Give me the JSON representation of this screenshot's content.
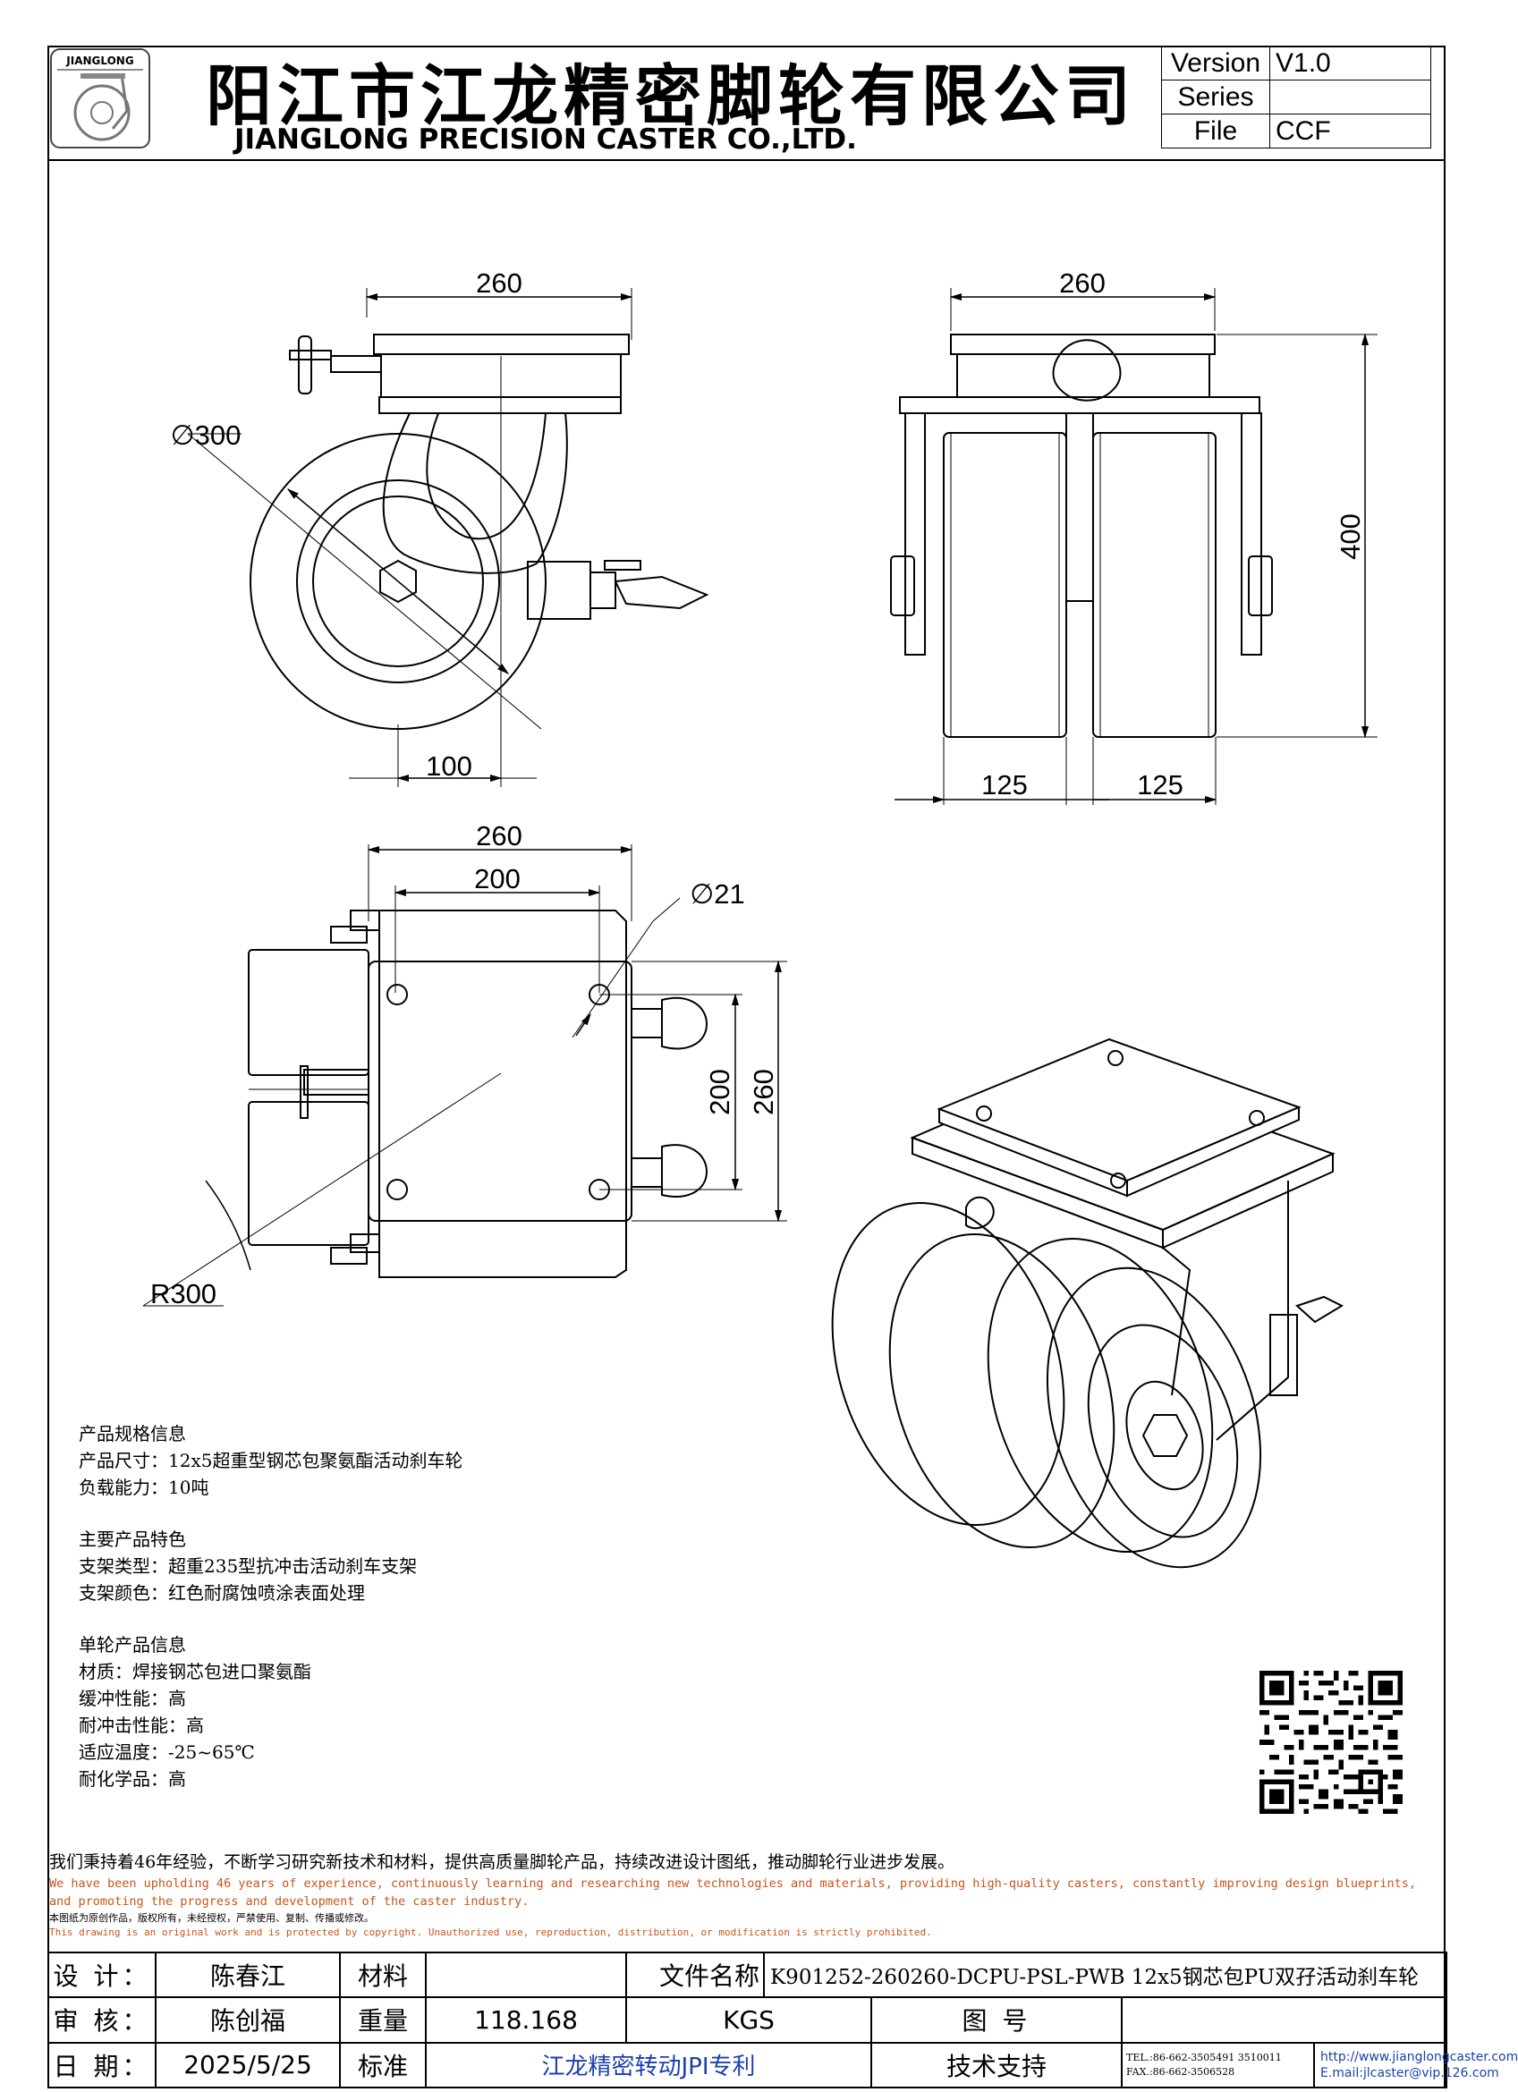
{
  "header": {
    "logo_text": "JIANGLONG",
    "company_cn": "阳江市江龙精密脚轮有限公司",
    "company_en": "JIANGLONG PRECISION CASTER CO.,LTD.",
    "version_label": "Version",
    "version_value": "V1.0",
    "series_label": "Series",
    "series_value": "",
    "file_label": "File",
    "file_value": "CCF"
  },
  "dimensions": {
    "side_top_width": "260",
    "side_diameter": "∅300",
    "side_offset": "100",
    "front_top_width": "260",
    "front_height": "400",
    "front_wheel_left": "125",
    "front_wheel_right": "125",
    "top_outer_width": "260",
    "top_bolt_width": "200",
    "top_hole_dia": "∅21",
    "top_bolt_height": "200",
    "top_outer_height": "260",
    "top_radius": "R300"
  },
  "spec": {
    "s1_title": "产品规格信息",
    "s1_size": "产品尺寸：12x5超重型钢芯包聚氨酯活动刹车轮",
    "s1_load": "负载能力：10吨",
    "s2_title": "主要产品特色",
    "s2_type": "支架类型：超重235型抗冲击活动刹车支架",
    "s2_color": "支架颜色：红色耐腐蚀喷涂表面处理",
    "s3_title": "单轮产品信息",
    "s3_material": "材质：焊接钢芯包进口聚氨酯",
    "s3_cushion": "缓冲性能：高",
    "s3_impact": "耐冲击性能：高",
    "s3_temp": "适应温度：-25~65℃",
    "s3_chem": "耐化学品：高"
  },
  "statement": {
    "cn": "我们秉持着46年经验，不断学习研究新技术和材料，提供高质量脚轮产品，持续改进设计图纸，推动脚轮行业进步发展。",
    "en1": "We have been upholding 46 years of experience, continuously learning and researching new technologies and materials, providing high-quality casters, constantly improving design blueprints,",
    "en2": "and promoting the progress and development of the caster industry.",
    "cn2": "本图纸为原创作品，版权所有，未经授权，严禁使用、复制、传播或修改。",
    "en3": "This drawing is an original work and is protected by copyright. Unauthorized use, reproduction, distribution, or modification is strictly prohibited."
  },
  "title_block": {
    "design_label": "设 计：",
    "design_value": "陈春江",
    "material_label": "材料",
    "material_value": "",
    "filename_label": "文件名称",
    "filename_value": "K901252-260260-DCPU-PSL-PWB 12x5钢芯包PU双孖活动刹车轮",
    "review_label": "审 核：",
    "review_value": "陈创福",
    "weight_label": "重量",
    "weight_value": "118.168",
    "weight_unit": "KGS",
    "drawing_no_label": "图 号",
    "drawing_no_value": "",
    "date_label": "日 期：",
    "date_value": "2025/5/25",
    "standard_label": "标准",
    "standard_value": "江龙精密转动JPI专利",
    "support_label": "技术支持",
    "tel": "TEL.:86-662-3505491 3510011",
    "fax": "FAX.:86-662-3506528",
    "web": "http://www.jianglongcaster.com",
    "email": "E.mail:jlcaster@vip.126.com"
  }
}
